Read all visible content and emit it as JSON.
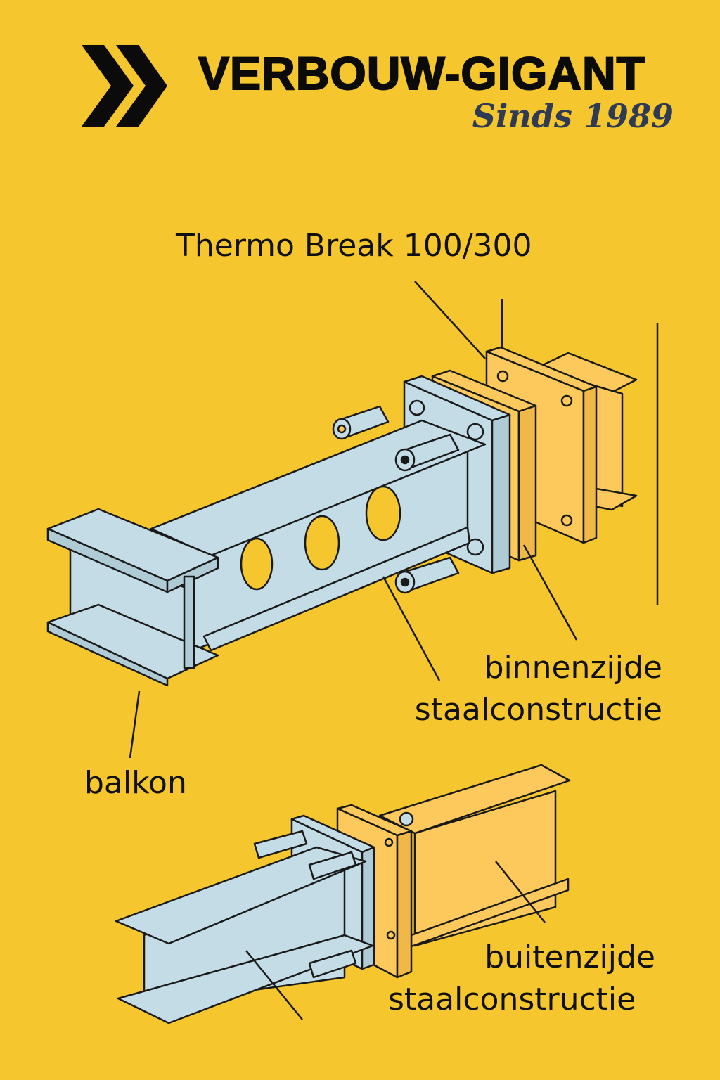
{
  "header": {
    "brand_name": "VERBOUW-GIGANT",
    "tagline": "Sinds 1989",
    "logo_icon": "double-chevron-right-icon"
  },
  "labels": {
    "thermo_break": "Thermo Break 100/300",
    "inner_line1": "binnenzijde",
    "inner_line2": "staalconstructie",
    "balcony": "balkon",
    "outer_line1": "buitenzijde",
    "outer_line2": "staalconstructie"
  },
  "colors": {
    "background": "#F5C62D",
    "steel": "#C3DCE5",
    "thermo_plate": "#FDC95C",
    "tagline": "#2f3b55"
  }
}
